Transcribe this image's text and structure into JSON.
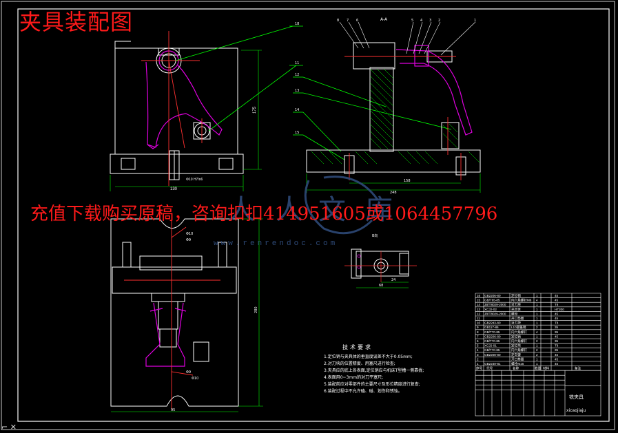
{
  "title_overlay": "夹具装配图",
  "ad_overlay": "充值下载购买原稿，咨询扣扣414951605或1064457796",
  "watermark": {
    "site": "www.renrendoc.com",
    "logo_chars": [
      "人",
      "人",
      "文",
      "库"
    ]
  },
  "colors": {
    "background": "#000000",
    "frame": "#ffffff",
    "outline": "#ffffff",
    "center_line": "#ff3030",
    "workpiece": "#e000e0",
    "leader": "#00ff00",
    "hatch": "#00ff00",
    "dimension": "#00ff00",
    "overlay_text": "#ff1a1a",
    "watermark": "#2e4a78"
  },
  "views": {
    "section_label": "A-A",
    "view_b_label": "B向",
    "part_callouts": [
      "18",
      "11",
      "12",
      "13",
      "14",
      "15"
    ],
    "top_callouts": [
      "8",
      "7",
      "6",
      "5",
      "4",
      "3",
      "2",
      "1"
    ],
    "dimensions": {
      "front_width": "130",
      "front_height": "175",
      "side_width": "158",
      "side_total": "248",
      "plan_width": "95",
      "plan_height": "280",
      "view_b_width": "68",
      "view_b_inner": "24",
      "hole_1": "Φ10",
      "hole_2": "Φ9",
      "front_fit": "Φ10 H7/n6"
    }
  },
  "technical_requirements": {
    "title": "技术要求",
    "lines": [
      "1.定位销与夹具体的垂直度误差不大于0.05mm;",
      "2.对刀块的位置精度、用塞尺进行检查;",
      "3.夹具应的底上各表面,定位销应与机床T型槽一侧靠拢;",
      "4.表面用0~3mm的对刀平塞尺;",
      "5.装配前应对零部件的主要尺寸及形位精度进行复查;",
      "6.装配过程中不允许磕、碰、划伤和锈蚀。"
    ]
  },
  "parts_table": {
    "rows": [
      {
        "no": "16",
        "code": "GB2206-80",
        "name": "定位销",
        "qty": "1",
        "material": "45"
      },
      {
        "no": "15",
        "code": "GB/T65-85",
        "name": "内六角螺钉M6",
        "qty": "4",
        "material": "45"
      },
      {
        "no": "14",
        "code": "JB/T8029-2000",
        "name": "对刀块",
        "qty": "1",
        "material": "T8"
      },
      {
        "no": "13",
        "code": "XCJ2-02",
        "name": "夹具体",
        "qty": "1",
        "material": "HT200"
      },
      {
        "no": "12",
        "code": "JB/T8029-2000",
        "name": "螺母",
        "qty": "1",
        "material": "45"
      },
      {
        "no": "11",
        "code": "",
        "name": "开口垫圈",
        "qty": "1",
        "material": "45"
      },
      {
        "no": "10",
        "code": "GB2243-80",
        "name": "对刀块",
        "qty": "1",
        "material": "T8"
      },
      {
        "no": "9",
        "code": "GB117-86",
        "name": "L10圆锥销",
        "qty": "2",
        "material": "35"
      },
      {
        "no": "8",
        "code": "GB/T70-85",
        "name": "内六角螺钉",
        "qty": "4",
        "material": "35"
      },
      {
        "no": "7",
        "code": "GB2206-80",
        "name": "定位销",
        "qty": "1",
        "material": "45"
      },
      {
        "no": "6",
        "code": "GB/T70-85",
        "name": "内六角螺钉",
        "qty": "2",
        "material": "35"
      },
      {
        "no": "5",
        "code": "XCJ2-01",
        "name": "定位块",
        "qty": "1",
        "material": "T8"
      },
      {
        "no": "4",
        "code": "GB/T70-85",
        "name": "内六角螺钉",
        "qty": "2",
        "material": "35"
      },
      {
        "no": "3",
        "code": "GB2208-80",
        "name": "定向键",
        "qty": "2",
        "material": "45"
      },
      {
        "no": "2",
        "code": "",
        "name": "开口垫圈",
        "qty": "1",
        "material": "45"
      },
      {
        "no": "1",
        "code": "GB2249-81",
        "name": "螺栓M16",
        "qty": "1",
        "material": "45"
      }
    ],
    "header": [
      "序号",
      "代号",
      "名称",
      "数量",
      "材料",
      "备注"
    ],
    "drawing_name": "铣夹具",
    "drawing_name_pinyin": "xicaojiaju"
  }
}
